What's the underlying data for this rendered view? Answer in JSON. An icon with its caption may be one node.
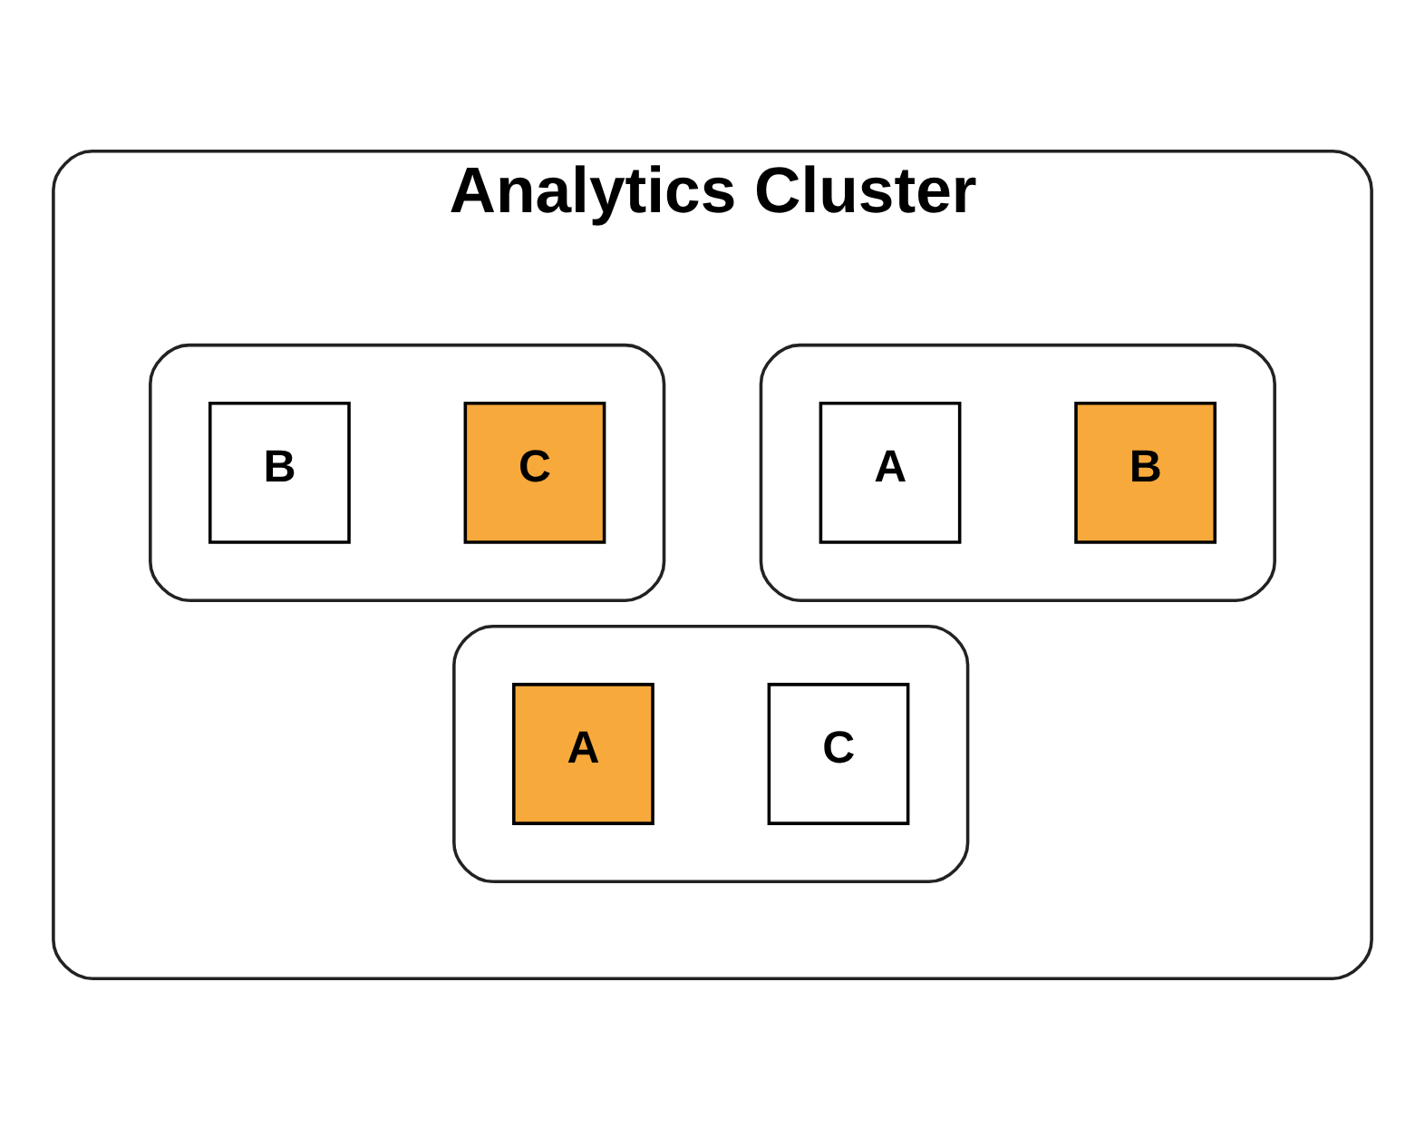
{
  "diagram": {
    "nodes": [
      {
        "text": [
          "Analytics Cluster"
        ]
      },
      {
        "text": [],
        "shape": "box",
        "in": 0
      },
      {
        "text": [
          "A"
        ],
        "in": 1
      },
      {
        "text": [
          "B"
        ],
        "in": 1
      },
      {
        "text": [],
        "shape": "box",
        "in": 0
      },
      {
        "text": [
          "B"
        ],
        "in": 4
      },
      {
        "text": [
          "C"
        ],
        "in": 4
      },
      {
        "text": [],
        "shape": "box",
        "in": 0
      },
      {
        "text": [
          "C"
        ],
        "in": 7
      },
      {
        "text": [
          "A"
        ],
        "in": 7
      }
    ]
  }
}
